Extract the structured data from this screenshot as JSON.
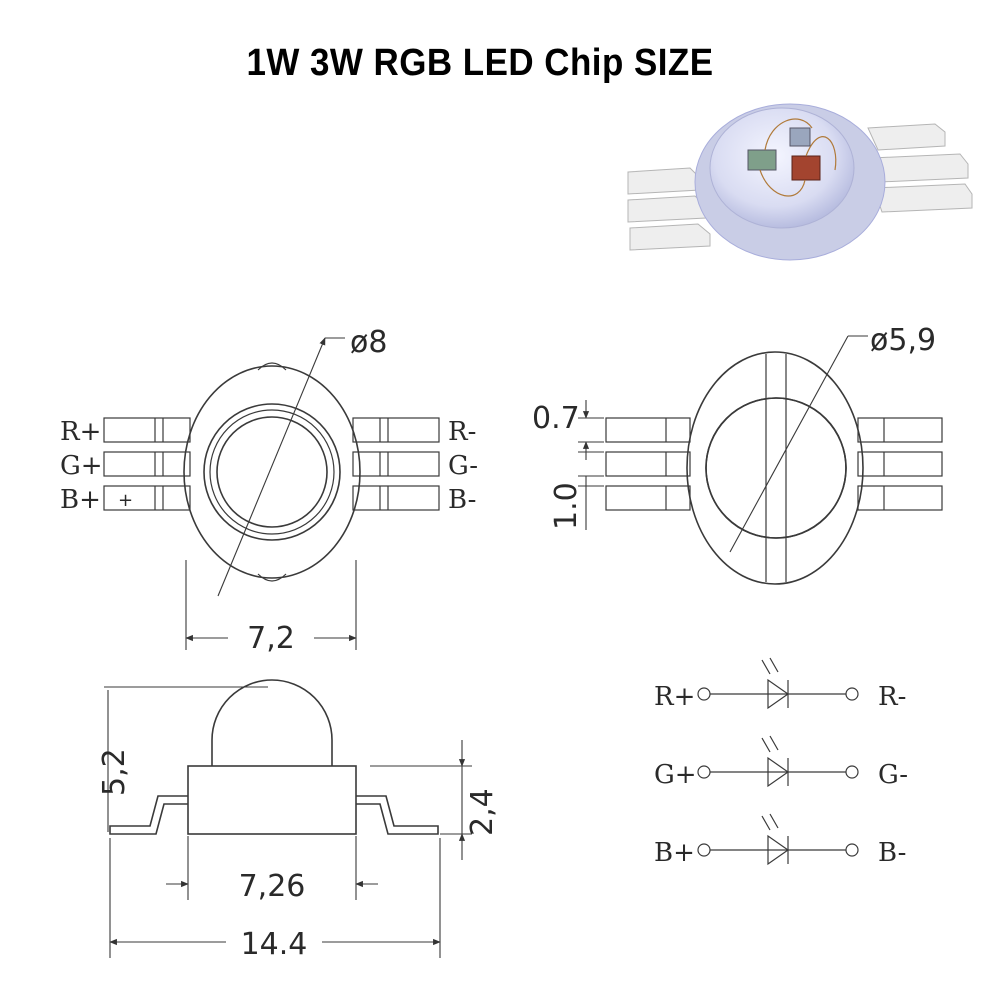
{
  "title": "1W  3W  RGB  LED  Chip  SIZE",
  "top_view": {
    "diameter": "ø8",
    "width": "7,2",
    "left_pins": [
      "R+",
      "G+",
      "B+"
    ],
    "right_pins": [
      "R-",
      "G-",
      "B-"
    ],
    "polarity_mark": "+"
  },
  "bottom_view": {
    "diameter": "ø5,9",
    "pin_width": "0.7",
    "pin_pitch": "1.0"
  },
  "side_view": {
    "height": "5,2",
    "body_height": "2,4",
    "body_width": "7,26",
    "total_length": "14.4"
  },
  "schematic": {
    "rows": [
      {
        "anode": "R+",
        "cathode": "R-"
      },
      {
        "anode": "G+",
        "cathode": "G-"
      },
      {
        "anode": "B+",
        "cathode": "B-"
      }
    ]
  },
  "photo": {
    "lens_color": "#d9dcf2",
    "housing_color": "#c9cde6",
    "lead_color": "#e4e4e4"
  }
}
